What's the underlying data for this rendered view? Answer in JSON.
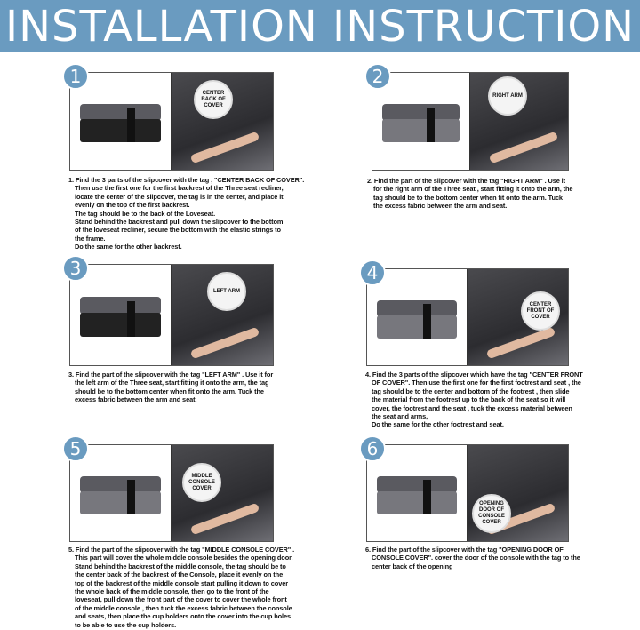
{
  "title": "INSTALLATION INSTRUCTION",
  "steps": [
    {
      "number": "1",
      "tag": "CENTER BACK OF COVER",
      "lines": [
        "1. Find the 3 parts of the slipcover with the tag , \"CENTER BACK OF COVER\".",
        "Then use the first one for the first backrest of the Three seat recliner,",
        "locate the center of the slipcover, the tag is in the center, and place it",
        "evenly on the top of the first backrest.",
        "The tag should be to the back of the Loveseat.",
        "Stand behind the backrest and pull down the slipcover to the bottom",
        "of the loveseat recliner, secure the bottom with the elastic strings to",
        "the frame.",
        "Do the same for the other backrest."
      ]
    },
    {
      "number": "2",
      "tag": "RIGHT ARM",
      "lines": [
        "2. Find the part of the slipcover with the tag \"RIGHT ARM\" . Use it",
        "for the right arm of the Three seat , start fitting it onto the arm, the",
        "tag should be to the bottom center when fit onto the arm. Tuck",
        "the excess fabric between the arm and seat."
      ]
    },
    {
      "number": "3",
      "tag": "LEFT ARM",
      "lines": [
        "3. Find the part of the slipcover with the tag \"LEFT ARM\" . Use it for",
        "the left arm of the Three seat, start fitting it onto the arm, the tag",
        "should be to the bottom center when fit onto the arm. Tuck the",
        "excess fabric between the arm and seat."
      ]
    },
    {
      "number": "4",
      "tag": "CENTER FRONT OF COVER",
      "lines": [
        "4. Find the 3 parts of the slipcover which have the tag \"CENTER FRONT",
        "OF COVER\". Then use the first one for the first footrest and seat , the",
        "tag should be to the center and bottom of the footrest , then slide",
        "the material from the footrest up to the back of the seat so it will",
        "cover, the footrest and the seat , tuck the excess material between",
        "the seat and arms,",
        "Do the same for the other footrest and seat."
      ]
    },
    {
      "number": "5",
      "tag": "MIDDLE CONSOLE COVER",
      "lines": [
        "5. Find the part of the slipcover with the tag \"MIDDLE CONSOLE COVER\" .",
        "This part will cover the whole middle console besides the opening door.",
        "Stand behind the backrest of the middle console, the tag should be to",
        "the center back of the backrest of the Console, place it evenly on the",
        "top of the backrest of the middle console start pulling it down to cover",
        "the whole back of the middle console, then go to the front of the",
        "loveseat, pull down the front part of the cover to cover the whole front",
        "of the middle console , then tuck the excess fabric between the console",
        "and seats, then place the cup holders onto the cover into the cup holes",
        "to be able to use the cup holders."
      ]
    },
    {
      "number": "6",
      "tag": "OPENING DOOR OF CONSOLE COVER",
      "lines": [
        "6. Find the part of the slipcover with the tag \"OPENING DOOR OF",
        "CONSOLE COVER\". cover the door of the console with the tag to the",
        "center back of the opening"
      ]
    }
  ]
}
